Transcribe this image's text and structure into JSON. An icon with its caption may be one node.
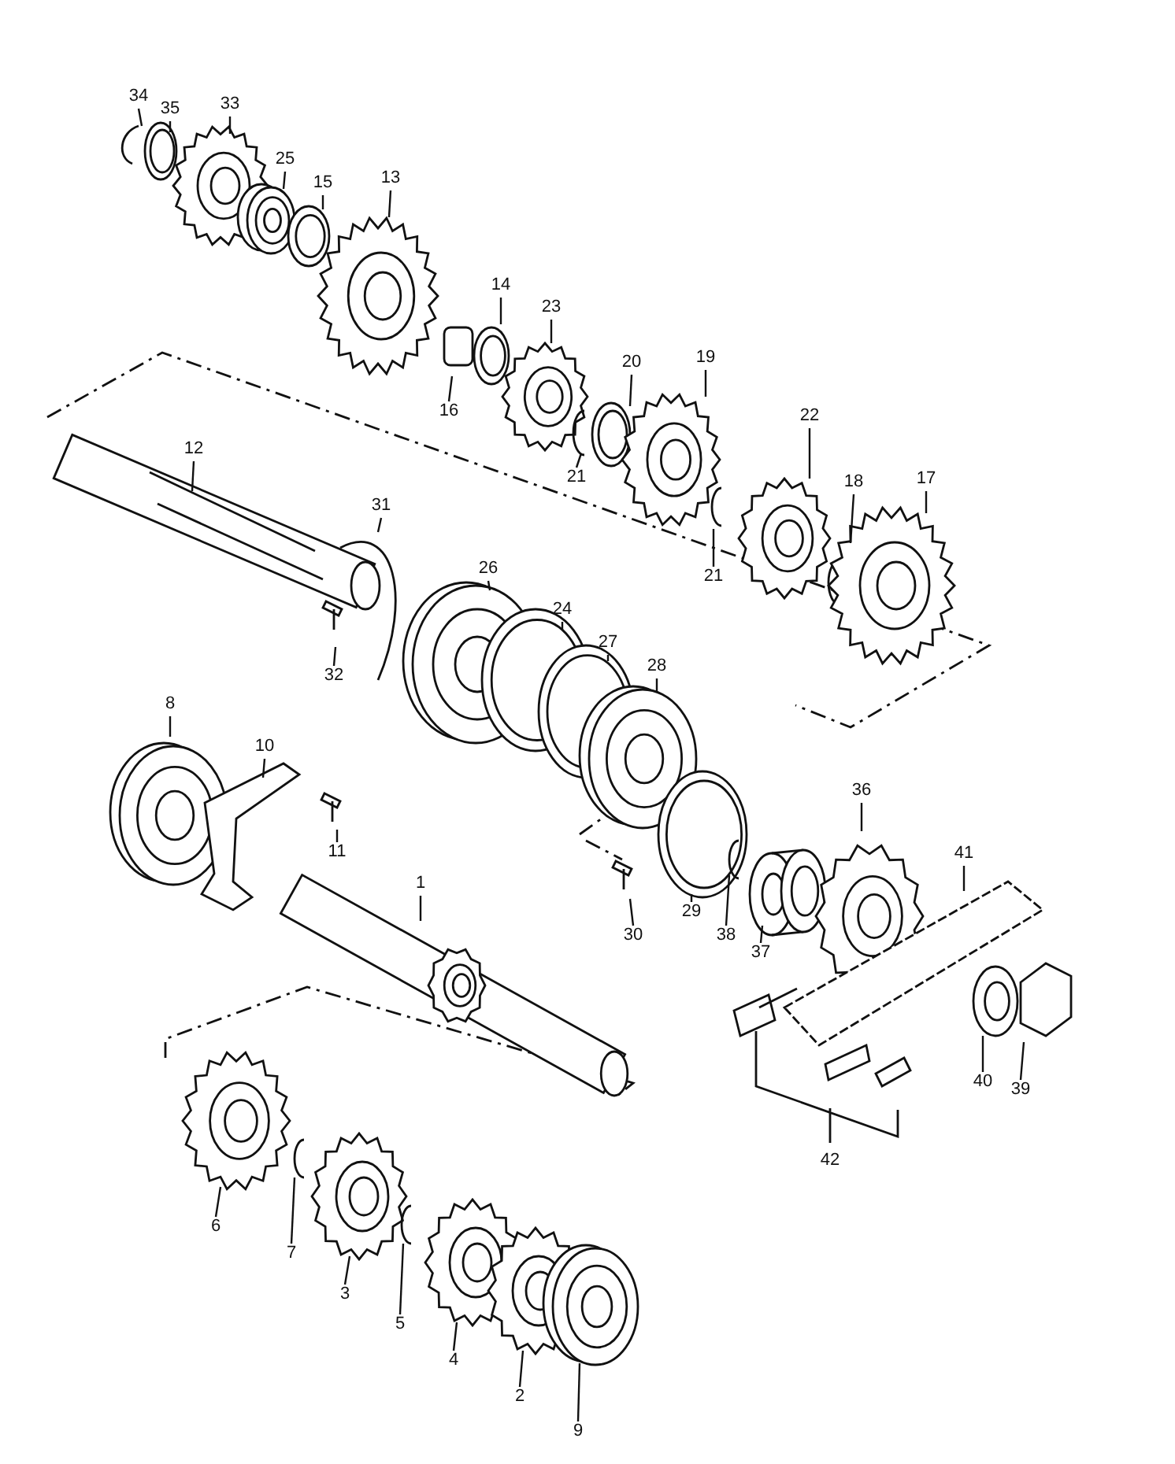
{
  "diagram": {
    "nodes": [
      {
        "text": [
          "34"
        ]
      },
      {
        "text": [
          "35"
        ]
      },
      {
        "text": [
          "33"
        ]
      },
      {
        "text": [
          "25"
        ]
      },
      {
        "text": [
          "13"
        ]
      },
      {
        "text": [
          "15"
        ]
      },
      {
        "text": [
          "14"
        ]
      },
      {
        "text": [
          "23"
        ]
      },
      {
        "text": [
          "19"
        ]
      },
      {
        "text": [
          "20"
        ]
      },
      {
        "text": [
          "16"
        ]
      },
      {
        "text": [
          "22"
        ]
      },
      {
        "text": [
          "12"
        ]
      },
      {
        "text": [
          "17"
        ]
      },
      {
        "text": [
          "18"
        ]
      },
      {
        "text": [
          "21"
        ]
      },
      {
        "text": [
          "31"
        ]
      },
      {
        "text": [
          "26"
        ]
      },
      {
        "text": [
          "21"
        ]
      },
      {
        "text": [
          "24"
        ]
      },
      {
        "text": [
          "27"
        ]
      },
      {
        "text": [
          "28"
        ]
      },
      {
        "text": [
          "32"
        ]
      },
      {
        "text": [
          "8"
        ]
      },
      {
        "text": [
          "10"
        ]
      },
      {
        "text": [
          "36"
        ]
      },
      {
        "text": [
          "11"
        ]
      },
      {
        "text": [
          "41"
        ]
      },
      {
        "text": [
          "1"
        ]
      },
      {
        "text": [
          "29"
        ]
      },
      {
        "text": [
          "30"
        ]
      },
      {
        "text": [
          "38"
        ]
      },
      {
        "text": [
          "37"
        ]
      },
      {
        "text": [
          "40"
        ]
      },
      {
        "text": [
          "39"
        ]
      },
      {
        "text": [
          "6"
        ]
      },
      {
        "text": [
          "7"
        ]
      },
      {
        "text": [
          "3"
        ]
      },
      {
        "text": [
          "5"
        ]
      },
      {
        "text": [
          "4"
        ]
      },
      {
        "text": [
          "2"
        ]
      },
      {
        "text": [
          "9"
        ]
      }
    ],
    "edges": [
      {
        "from": 0,
        "to": null,
        "arrow": "none"
      },
      {
        "from": 1,
        "to": null,
        "arrow": "none"
      },
      {
        "from": 2,
        "to": null,
        "arrow": "none"
      },
      {
        "from": 3,
        "to": null,
        "arrow": "none"
      },
      {
        "from": 4,
        "to": null,
        "arrow": "none"
      },
      {
        "from": 5,
        "to": null,
        "arrow": "none"
      },
      {
        "from": 6,
        "to": null,
        "arrow": "none"
      },
      {
        "from": 7,
        "to": null,
        "arrow": "none"
      },
      {
        "from": 8,
        "to": null,
        "arrow": "none"
      },
      {
        "from": 9,
        "to": null,
        "arrow": "none"
      },
      {
        "from": 10,
        "to": null,
        "arrow": "none"
      },
      {
        "from": 11,
        "to": null,
        "arrow": "none"
      },
      {
        "from": 12,
        "to": null,
        "arrow": "none"
      },
      {
        "from": 13,
        "to": null,
        "arrow": "none"
      },
      {
        "from": 14,
        "to": null,
        "arrow": "none"
      },
      {
        "from": 15,
        "to": null,
        "arrow": "none"
      },
      {
        "from": 16,
        "to": null,
        "arrow": "none"
      },
      {
        "from": 17,
        "to": null,
        "arrow": "none"
      },
      {
        "from": 18,
        "to": null,
        "arrow": "none"
      },
      {
        "from": 19,
        "to": null,
        "arrow": "none"
      },
      {
        "from": 20,
        "to": null,
        "arrow": "none"
      },
      {
        "from": 21,
        "to": null,
        "arrow": "none"
      },
      {
        "from": 22,
        "to": null,
        "arrow": "none"
      },
      {
        "from": 23,
        "to": null,
        "arrow": "none"
      },
      {
        "from": 24,
        "to": null,
        "arrow": "none"
      },
      {
        "from": 25,
        "to": null,
        "arrow": "none"
      },
      {
        "from": 26,
        "to": null,
        "arrow": "none"
      },
      {
        "from": 27,
        "to": null,
        "arrow": "none"
      },
      {
        "from": 28,
        "to": null,
        "arrow": "none"
      },
      {
        "from": 29,
        "to": null,
        "arrow": "none"
      },
      {
        "from": 30,
        "to": null,
        "arrow": "none"
      },
      {
        "from": 31,
        "to": null,
        "arrow": "none"
      },
      {
        "from": 32,
        "to": null,
        "arrow": "none"
      },
      {
        "from": 33,
        "to": null,
        "arrow": "none"
      },
      {
        "from": 34,
        "to": null,
        "arrow": "none"
      },
      {
        "from": 35,
        "to": null,
        "arrow": "none"
      },
      {
        "from": 36,
        "to": null,
        "arrow": "none"
      },
      {
        "from": 37,
        "to": null,
        "arrow": "none"
      },
      {
        "from": 38,
        "to": null,
        "arrow": "none"
      },
      {
        "from": 39,
        "to": null,
        "arrow": "none"
      },
      {
        "from": 40,
        "to": null,
        "arrow": "none"
      },
      {
        "from": 41,
        "to": null,
        "arrow": "none"
      }
    ],
    "labels": [
      "42"
    ]
  }
}
